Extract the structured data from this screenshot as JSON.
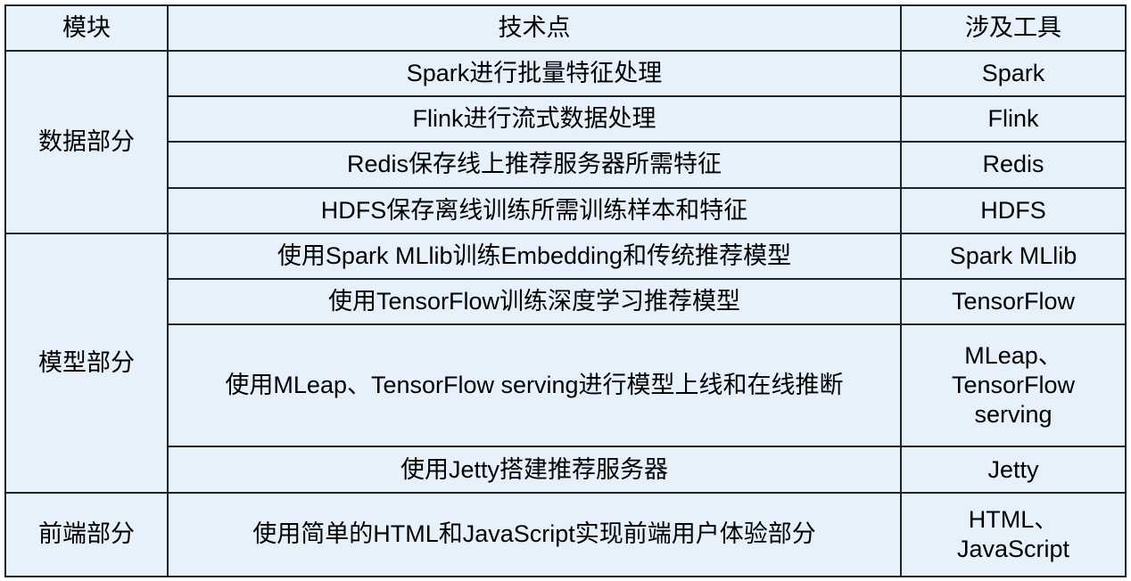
{
  "table": {
    "headers": {
      "module": "模块",
      "tech_point": "技术点",
      "tools": "涉及工具"
    },
    "groups": [
      {
        "module": "数据部分",
        "rows": [
          {
            "tech_point": "Spark进行批量特征处理",
            "tool": "Spark"
          },
          {
            "tech_point": "Flink进行流式数据处理",
            "tool": "Flink"
          },
          {
            "tech_point": "Redis保存线上推荐服务器所需特征",
            "tool": "Redis"
          },
          {
            "tech_point": "HDFS保存离线训练所需训练样本和特征",
            "tool": "HDFS"
          }
        ]
      },
      {
        "module": "模型部分",
        "rows": [
          {
            "tech_point": "使用Spark MLlib训练Embedding和传统推荐模型",
            "tool": "Spark MLlib"
          },
          {
            "tech_point": "使用TensorFlow训练深度学习推荐模型",
            "tool": "TensorFlow"
          },
          {
            "tech_point": "使用MLeap、TensorFlow serving进行模型上线和在线推断",
            "tool": "MLeap、\nTensorFlow\nserving"
          },
          {
            "tech_point": "使用Jetty搭建推荐服务器",
            "tool": "Jetty"
          }
        ]
      },
      {
        "module": "前端部分",
        "rows": [
          {
            "tech_point": "使用简单的HTML和JavaScript实现前端用户体验部分",
            "tool": "HTML、\nJavaScript"
          }
        ]
      }
    ],
    "colors": {
      "cell_background": "#e6f1fb",
      "border": "#1b2330",
      "text": "#000000",
      "page_background": "#ffffff"
    }
  }
}
